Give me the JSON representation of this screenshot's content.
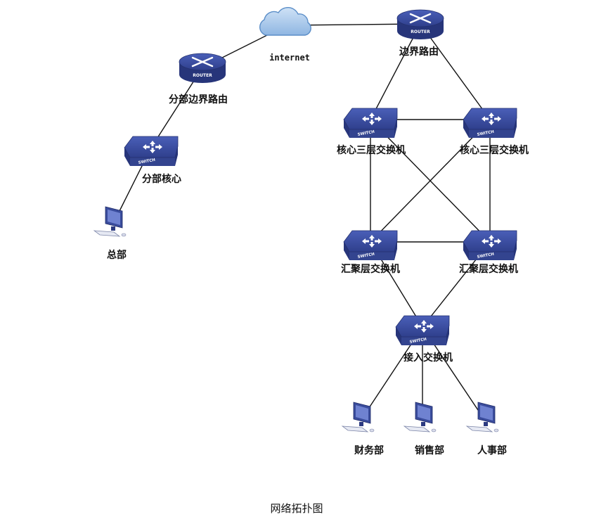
{
  "diagram": {
    "caption": "网络拓扑图",
    "nodes": [
      {
        "id": "cloud",
        "type": "cloud",
        "label": "internet"
      },
      {
        "id": "edge_router",
        "type": "router",
        "label": "边界路由",
        "badge": "ROUTER"
      },
      {
        "id": "branch_router",
        "type": "router",
        "label": "分部边界路由",
        "badge": "ROUTER"
      },
      {
        "id": "branch_core",
        "type": "switch",
        "label": "分部核心",
        "badge": "SWITCH"
      },
      {
        "id": "hq_pc",
        "type": "pc",
        "label": "总部"
      },
      {
        "id": "core1",
        "type": "switch",
        "label": "核心三层交换机",
        "badge": "SWITCH"
      },
      {
        "id": "core2",
        "type": "switch",
        "label": "核心三层交换机",
        "badge": "SWITCH"
      },
      {
        "id": "agg1",
        "type": "switch",
        "label": "汇聚层交换机",
        "badge": "SWITCH"
      },
      {
        "id": "agg2",
        "type": "switch",
        "label": "汇聚层交换机",
        "badge": "SWITCH"
      },
      {
        "id": "access",
        "type": "switch",
        "label": "接入交换机",
        "badge": "SWITCH"
      },
      {
        "id": "pc_fin",
        "type": "pc",
        "label": "财务部"
      },
      {
        "id": "pc_sales",
        "type": "pc",
        "label": "销售部"
      },
      {
        "id": "pc_hr",
        "type": "pc",
        "label": "人事部"
      }
    ],
    "links": [
      [
        "cloud",
        "edge_router"
      ],
      [
        "cloud",
        "branch_router"
      ],
      [
        "branch_router",
        "branch_core"
      ],
      [
        "branch_core",
        "hq_pc"
      ],
      [
        "edge_router",
        "core1"
      ],
      [
        "edge_router",
        "core2"
      ],
      [
        "core1",
        "core2"
      ],
      [
        "core1",
        "agg1"
      ],
      [
        "core2",
        "agg2"
      ],
      [
        "core1",
        "agg2"
      ],
      [
        "core2",
        "agg1"
      ],
      [
        "agg1",
        "agg2"
      ],
      [
        "agg1",
        "access"
      ],
      [
        "agg2",
        "access"
      ],
      [
        "access",
        "pc_fin"
      ],
      [
        "access",
        "pc_sales"
      ],
      [
        "access",
        "pc_hr"
      ]
    ],
    "colors": {
      "device_top": "#3c4fa3",
      "device_side": "#27357a",
      "cloud_fill": "#a7c8ea",
      "cloud_stroke": "#5b8ec8",
      "pc_body": "#3a4c9c"
    }
  }
}
